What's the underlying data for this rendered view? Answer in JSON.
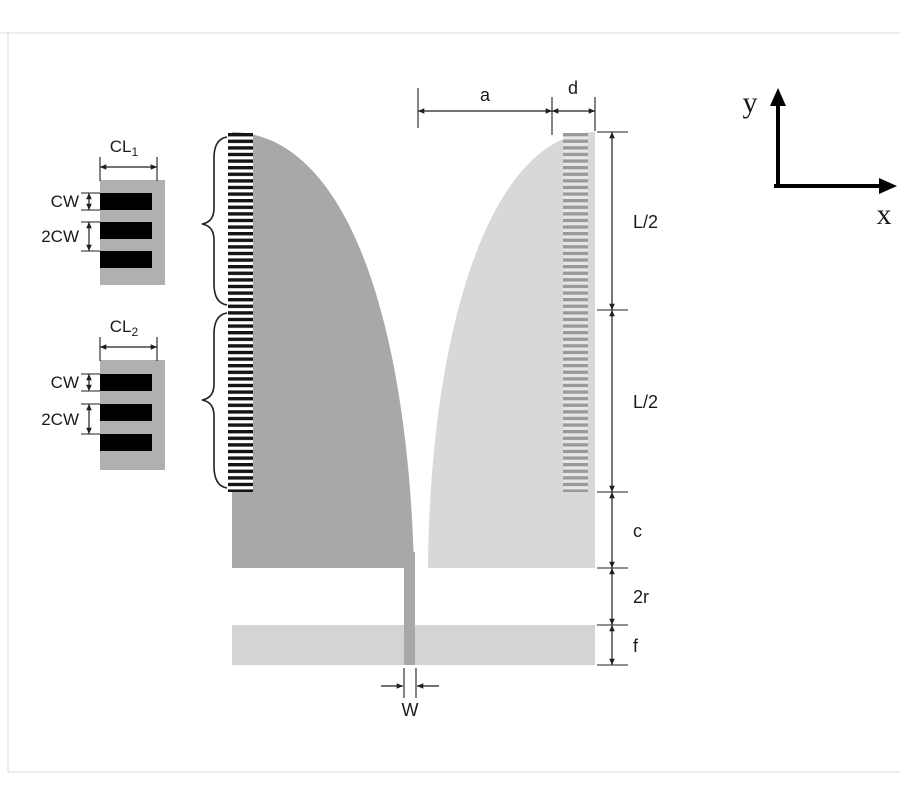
{
  "axes": {
    "y": "y",
    "x": "x"
  },
  "dims": {
    "a": "a",
    "d": "d",
    "l_half_1": "L/2",
    "l_half_2": "L/2",
    "c": "c",
    "two_r": "2r",
    "f": "f",
    "w": "W"
  },
  "insets": {
    "top": {
      "cl": "CL",
      "sub": "1",
      "cw": "CW",
      "two_cw": "2CW"
    },
    "bottom": {
      "cl": "CL",
      "sub": "2",
      "cw": "CW",
      "two_cw": "2CW"
    }
  },
  "colors": {
    "fin_dark": "#a8a8a8",
    "fin_light": "#d8d8d8",
    "bottom_bar": "#d4d4d4",
    "inset_bg": "#b0b0b0",
    "bar_black": "#000000",
    "corr_dark_stripe": "#151515",
    "corr_light_stripe": "#9a9a9a"
  }
}
